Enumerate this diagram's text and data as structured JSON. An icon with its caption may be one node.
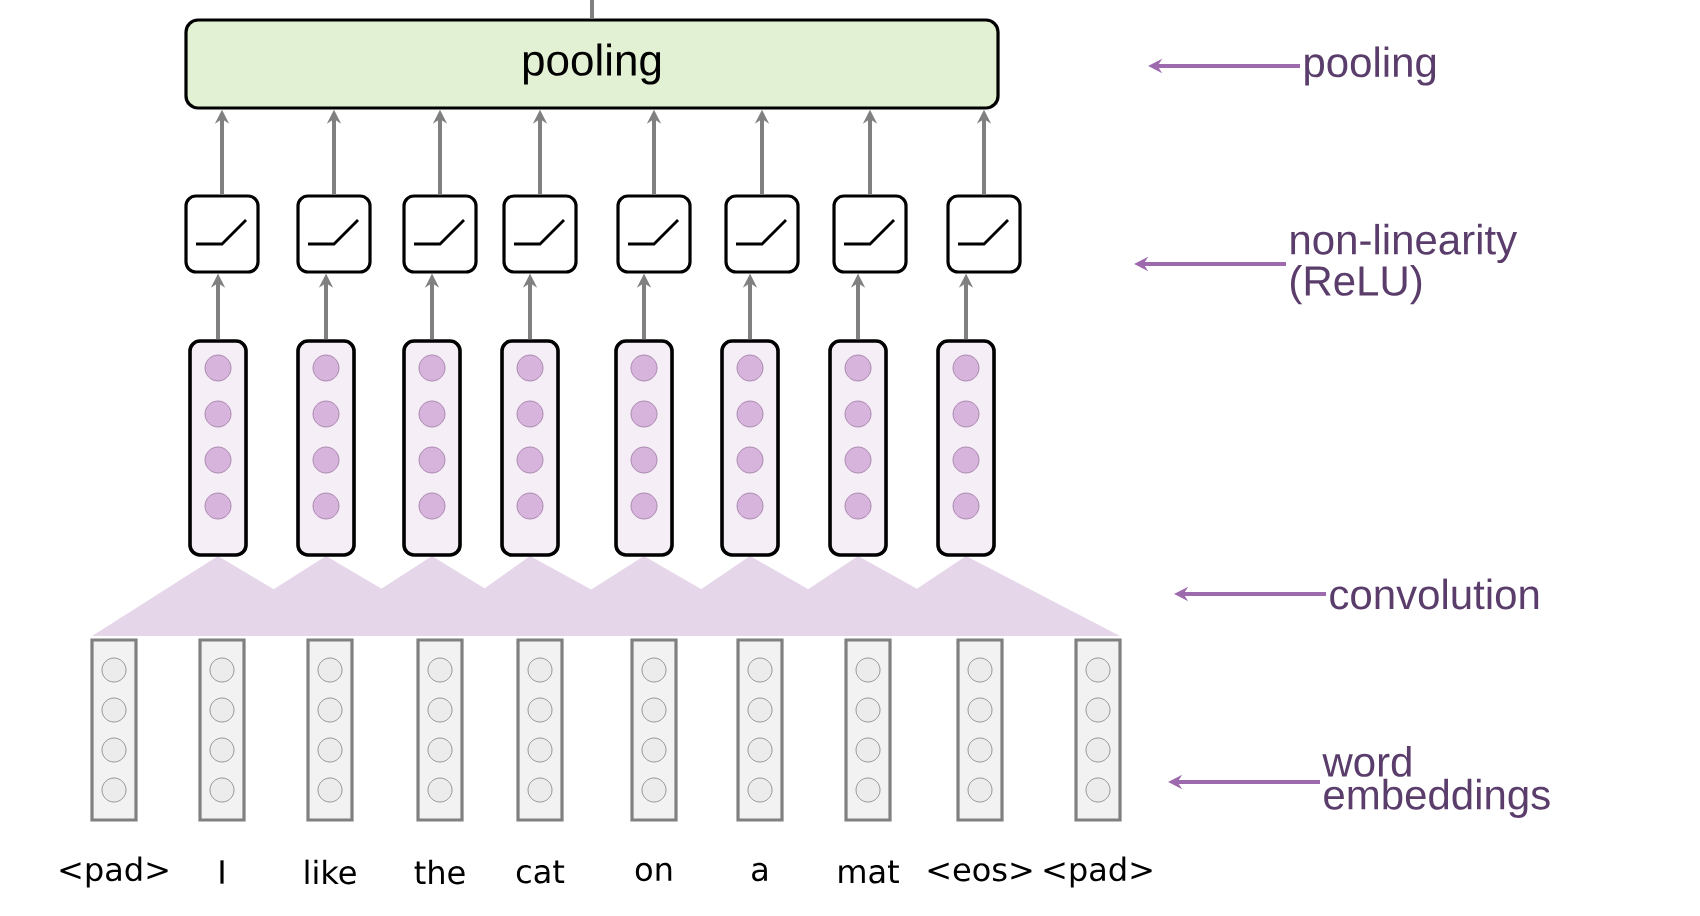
{
  "diagram": {
    "nodes": [
      {
        "text": [
          "pooling"
        ]
      },
      {
        "text": [],
        "shape": "box"
      },
      {
        "text": [],
        "shape": "box"
      },
      {
        "text": [],
        "shape": "box"
      },
      {
        "text": [],
        "shape": "box"
      },
      {
        "text": [],
        "shape": "box"
      },
      {
        "text": [],
        "shape": "box"
      },
      {
        "text": [],
        "shape": "box"
      },
      {
        "text": [],
        "shape": "box"
      },
      {
        "text": [],
        "shape": "box"
      },
      {
        "text": [],
        "shape": "box"
      },
      {
        "text": [],
        "shape": "box"
      },
      {
        "text": [],
        "shape": "box"
      },
      {
        "text": [],
        "shape": "box"
      },
      {
        "text": [],
        "shape": "box"
      },
      {
        "text": [],
        "shape": "box"
      },
      {
        "text": [],
        "shape": "box"
      },
      {
        "text": [],
        "shape": "box",
        "beside": [
          "<pad>"
        ]
      },
      {
        "text": [],
        "shape": "box",
        "beside": [
          "I"
        ]
      },
      {
        "text": [],
        "shape": "box",
        "beside": [
          "like"
        ]
      },
      {
        "text": [],
        "shape": "box",
        "beside": [
          "the"
        ]
      },
      {
        "text": [],
        "shape": "box",
        "beside": [
          "cat"
        ]
      },
      {
        "text": [],
        "shape": "box",
        "beside": [
          "on"
        ]
      },
      {
        "text": [],
        "shape": "box",
        "beside": [
          "a"
        ]
      },
      {
        "text": [],
        "shape": "box",
        "beside": [
          "mat"
        ]
      },
      {
        "text": [],
        "shape": "box",
        "beside": [
          "<eos>"
        ]
      },
      {
        "text": [],
        "shape": "box",
        "beside": [
          "<pad>"
        ]
      },
      {
        "text": [
          "pooling"
        ]
      },
      {
        "text": [
          "non-linearity (ReLU)"
        ]
      },
      {
        "text": [
          "convolution"
        ]
      },
      {
        "text": [
          "word embeddings"
        ]
      }
    ],
    "edges": [
      {
        "from": 0,
        "to": null,
        "arrow": "none"
      },
      {
        "from": 1,
        "to": 0,
        "arrow": "to"
      },
      {
        "from": 2,
        "to": 0,
        "arrow": "to"
      },
      {
        "from": 3,
        "to": 0,
        "arrow": "to"
      },
      {
        "from": 4,
        "to": 0,
        "arrow": "to"
      },
      {
        "from": 5,
        "to": 0,
        "arrow": "to"
      },
      {
        "from": 6,
        "to": 0,
        "arrow": "to"
      },
      {
        "from": 7,
        "to": 0,
        "arrow": "to"
      },
      {
        "from": 8,
        "to": 0,
        "arrow": "to"
      },
      {
        "from": 9,
        "to": 1,
        "arrow": "to"
      },
      {
        "from": 10,
        "to": 2,
        "arrow": "to"
      },
      {
        "from": 11,
        "to": 3,
        "arrow": "to"
      },
      {
        "from": 12,
        "to": 4,
        "arrow": "to"
      },
      {
        "from": 13,
        "to": 5,
        "arrow": "to"
      },
      {
        "from": 14,
        "to": 6,
        "arrow": "to"
      },
      {
        "from": 15,
        "to": 7,
        "arrow": "to"
      },
      {
        "from": 16,
        "to": 8,
        "arrow": "to"
      },
      {
        "from": 27,
        "to": null,
        "arrow": "to",
        "color": "#9e6aae"
      },
      {
        "from": 28,
        "to": null,
        "arrow": "to",
        "color": "#9e6aae"
      },
      {
        "from": 29,
        "to": null,
        "arrow": "to",
        "color": "#9e6aae"
      },
      {
        "from": 30,
        "to": null,
        "arrow": "to",
        "color": "#9e6aae"
      }
    ]
  }
}
